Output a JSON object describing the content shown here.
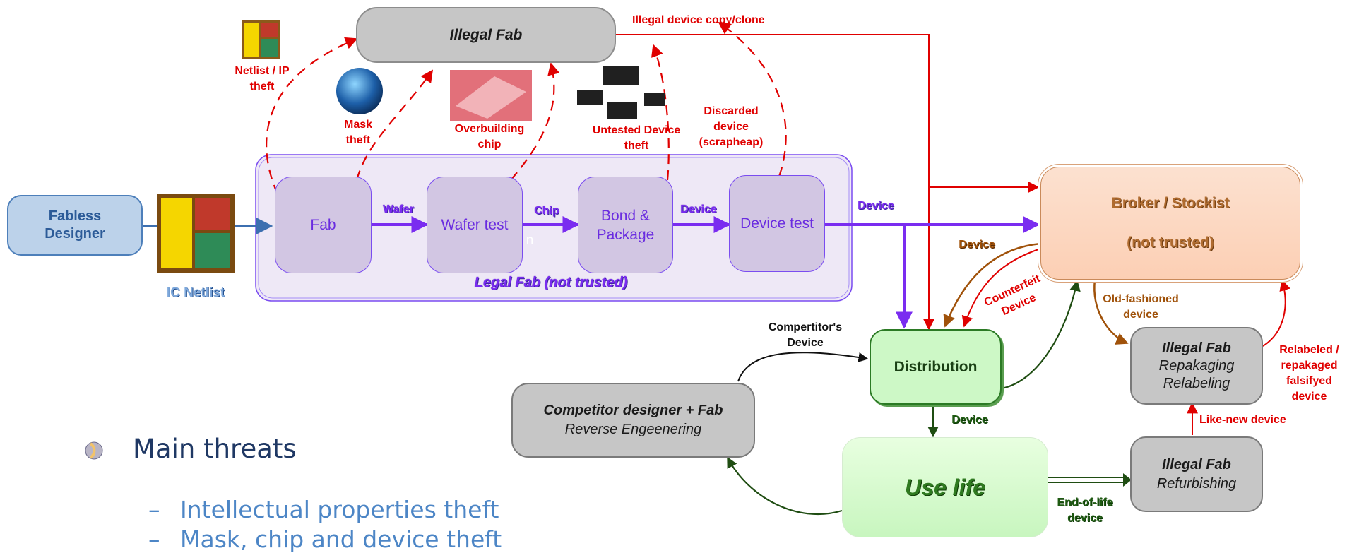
{
  "nodes": {
    "illegal_fab_top": "Illegal Fab",
    "fabless_designer": "Fabless Designer",
    "ic_netlist": "IC Netlist",
    "fab": "Fab",
    "wafer_test": "Wafer test",
    "bond_package": "Bond & Package",
    "device_test": "Device test",
    "legal_fab": "Legal Fab (not trusted)",
    "broker_title": "Broker / Stockist",
    "broker_sub": "(not trusted)",
    "distribution": "Distribution",
    "use_life": "Use life",
    "competitor_title": "Competitor designer + Fab",
    "competitor_sub": "Reverse Engeenering",
    "repack_title": "Illegal Fab",
    "repack_l1": "Repakaging",
    "repack_l2": "Relabeling",
    "refurb_title": "Illegal Fab",
    "refurb_sub": "Refurbishing"
  },
  "labels": {
    "netlist_ip_theft": "Netlist / IP theft",
    "mask_theft": "Mask theft",
    "overbuilding_chip": "Overbuilding chip",
    "untested_device_theft": "Untested Device theft",
    "discarded_device": "Discarded device (scrapheap)",
    "illegal_copy": "Illegal device copy/clone",
    "wafer": "Wafer",
    "chip": "Chip",
    "device1": "Device",
    "device2": "Device",
    "device_brown": "Device",
    "counterfeit": "Counterfeit Device",
    "old_fashioned": "Old-fashioned device",
    "competitors_device": "Compertitor's Device",
    "device_green": "Device",
    "relabeled": "Relabeled / repakaged falsifyed device",
    "like_new": "Like-new device",
    "end_of_life": "End-of-life device",
    "ghost_text": "n"
  },
  "bullets": {
    "main": "Main threats",
    "sub1": "Intellectual properties theft",
    "sub2": "Mask, chip and device theft"
  },
  "icons": [
    "die-photo-icon",
    "wafer-icon",
    "wafer-closeup-icon",
    "chip-packages-icon",
    "netlist-die-icon"
  ],
  "colors": {
    "red": "#e00000",
    "purple": "#7a2cf0",
    "brown": "#a0520a",
    "dark_green": "#1f4d12",
    "bullet_blue": "#4d86c6",
    "heading_navy": "#1f3864"
  }
}
